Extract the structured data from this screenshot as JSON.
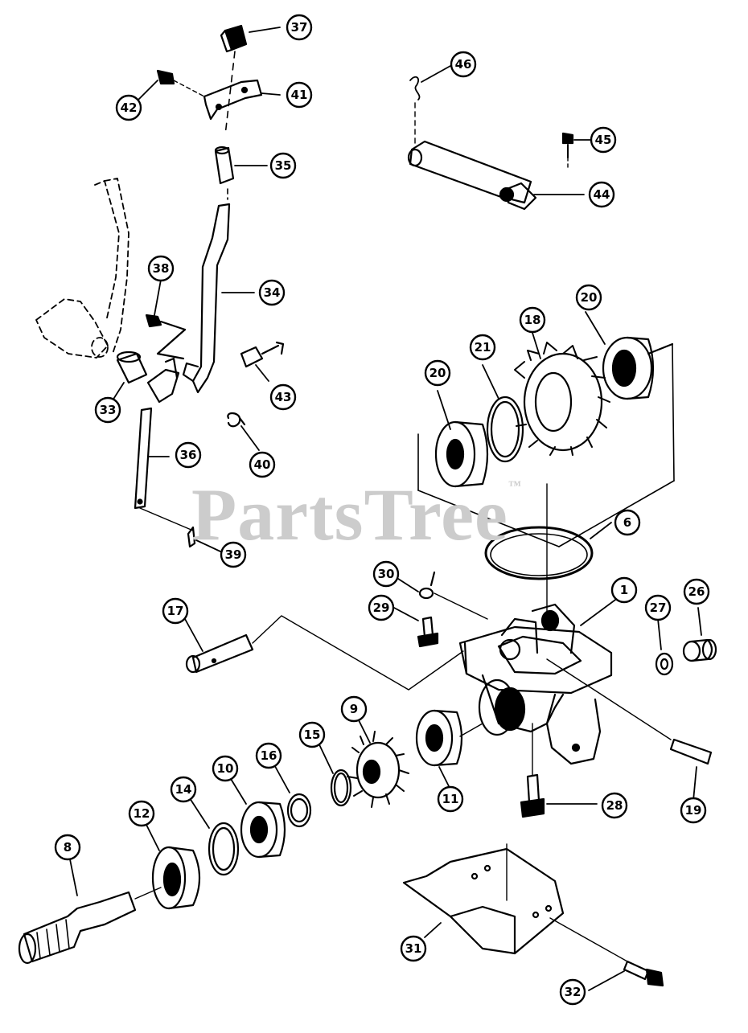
{
  "watermark": {
    "text": "PartsTree",
    "mark": "™"
  },
  "callouts": [
    "37",
    "41",
    "42",
    "35",
    "34",
    "38",
    "43",
    "33",
    "40",
    "36",
    "39",
    "46",
    "45",
    "44",
    "20",
    "21",
    "18",
    "20",
    "6",
    "1",
    "30",
    "29",
    "26",
    "27",
    "17",
    "9",
    "16",
    "10",
    "15",
    "14",
    "12",
    "11",
    "28",
    "19",
    "8",
    "31",
    "32"
  ]
}
